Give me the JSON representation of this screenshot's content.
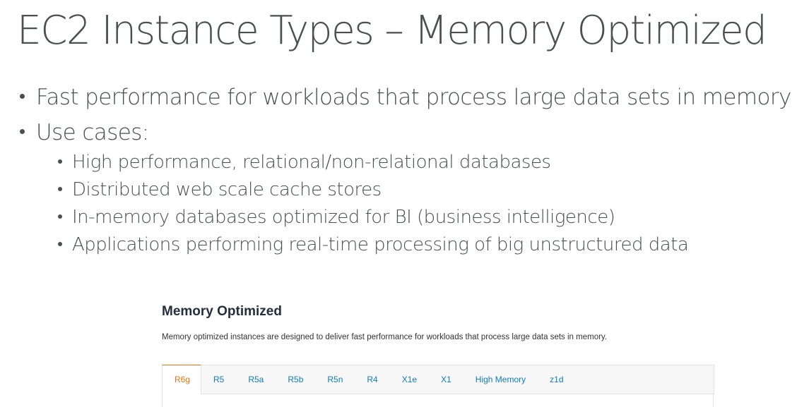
{
  "slide": {
    "title": "EC2 Instance Types – Memory Optimized",
    "bullets": [
      {
        "level": 1,
        "text": "Fast performance for workloads that process large data sets in memory"
      },
      {
        "level": 1,
        "text": "Use cases:"
      },
      {
        "level": 2,
        "text": "High performance, relational/non-relational databases"
      },
      {
        "level": 2,
        "text": "Distributed web scale cache stores"
      },
      {
        "level": 2,
        "text": "In-memory databases optimized for BI (business intelligence)"
      },
      {
        "level": 2,
        "text": "Applications performing real-time processing of big unstructured data"
      }
    ]
  },
  "aws_panel": {
    "heading": "Memory Optimized",
    "description": "Memory optimized instances are designed to deliver fast performance for workloads that process large data sets in memory.",
    "tabs": [
      {
        "label": "R6g",
        "active": true
      },
      {
        "label": "R5",
        "active": false
      },
      {
        "label": "R5a",
        "active": false
      },
      {
        "label": "R5b",
        "active": false
      },
      {
        "label": "R5n",
        "active": false
      },
      {
        "label": "R4",
        "active": false
      },
      {
        "label": "X1e",
        "active": false
      },
      {
        "label": "X1",
        "active": false
      },
      {
        "label": "High Memory",
        "active": false
      },
      {
        "label": "z1d",
        "active": false
      }
    ],
    "colors": {
      "active_tab": "#ec7211",
      "tab_link": "#0f7cc0",
      "heading": "#232f3e"
    }
  }
}
